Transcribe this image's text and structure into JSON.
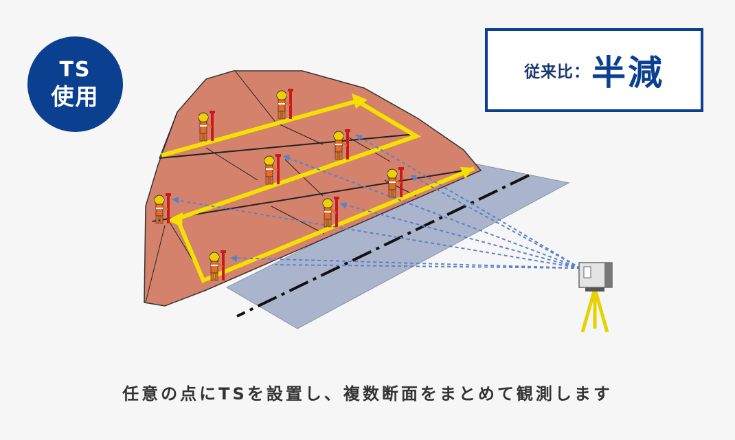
{
  "badge": {
    "line1": "TS",
    "line2": "使用"
  },
  "compare": {
    "label": "従来比：",
    "value": "半減"
  },
  "caption": "任意の点にTSを設置し、複数断面をまとめて観測します",
  "colors": {
    "brand_blue": "#0b3f8f",
    "slope": "#d4826c",
    "road": "#aab4cc",
    "route_yellow": "#f5e100",
    "sight_line": "#5b82c6"
  },
  "icons": {
    "surveyor": "surveyor-with-prism-pole-icon",
    "instrument": "total-station-tripod-icon"
  }
}
